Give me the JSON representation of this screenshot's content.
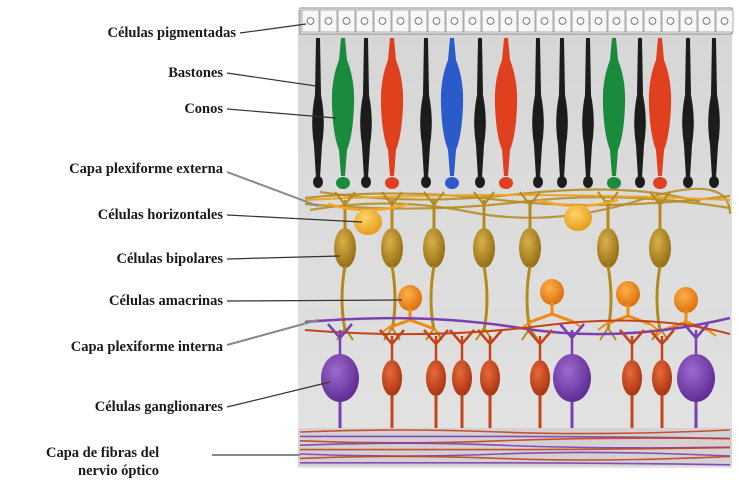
{
  "labels": {
    "pigment": "Células pigmentadas",
    "rods": "Bastones",
    "cones": "Conos",
    "opl": "Capa plexiforme externa",
    "horizontal": "Células horizontales",
    "bipolar": "Células bipolares",
    "amacrine": "Células amacrinas",
    "ipl": "Capa plexiforme interna",
    "ganglion": "Células ganglionares",
    "fiber_line1": "Capa de fibras del",
    "fiber_line2": "nervio óptico"
  },
  "colors": {
    "rod": "#1c1c1c",
    "cone_green": "#1a8a3c",
    "cone_red": "#e0401e",
    "cone_blue": "#2a5bc8",
    "horizontal": "#f5a623",
    "bipolar": "#b58a1c",
    "amacrine": "#f28a10",
    "ganglion_purple": "#7b3fb0",
    "ganglion_red": "#c4441a",
    "tissue": "#d9d9d9"
  }
}
